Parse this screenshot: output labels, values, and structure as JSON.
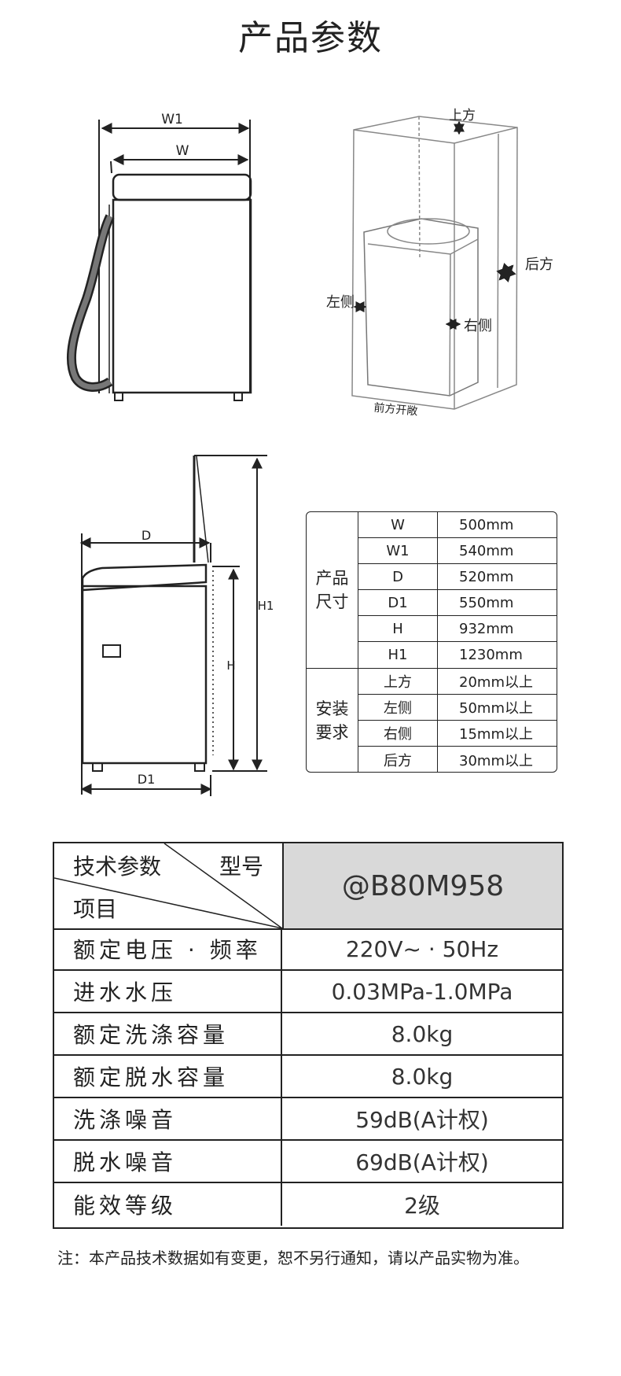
{
  "title": "产品参数",
  "diagram_labels": {
    "w1": "W1",
    "w": "W",
    "top": "上方",
    "back": "后方",
    "left": "左侧",
    "right": "右侧",
    "front_open": "前方开敞",
    "d": "D",
    "d1": "D1",
    "h": "H",
    "h1": "H1"
  },
  "dimension_table": {
    "group1": "产品\n尺寸",
    "group2": "安装\n要求",
    "rows": [
      {
        "key": "W",
        "value": "500mm"
      },
      {
        "key": "W1",
        "value": "540mm"
      },
      {
        "key": "D",
        "value": "520mm"
      },
      {
        "key": "D1",
        "value": "550mm"
      },
      {
        "key": "H",
        "value": "932mm"
      },
      {
        "key": "H1",
        "value": "1230mm"
      },
      {
        "key": "上方",
        "value": "20mm以上"
      },
      {
        "key": "左侧",
        "value": "50mm以上"
      },
      {
        "key": "右侧",
        "value": "15mm以上"
      },
      {
        "key": "后方",
        "value": "30mm以上"
      }
    ]
  },
  "spec_table": {
    "header_top_left": "技术参数",
    "header_top_right": "型号",
    "header_bottom_left": "项目",
    "model": "@B80M958",
    "rows": [
      {
        "key": "额定电压 · 频率",
        "value": "220V~ · 50Hz"
      },
      {
        "key": "进水水压",
        "value": "0.03MPa-1.0MPa"
      },
      {
        "key": "额定洗涤容量",
        "value": "8.0kg"
      },
      {
        "key": "额定脱水容量",
        "value": "8.0kg"
      },
      {
        "key": "洗涤噪音",
        "value": "59dB(A计权)"
      },
      {
        "key": "脱水噪音",
        "value": "69dB(A计权)"
      },
      {
        "key": "能效等级",
        "value": "2级"
      }
    ]
  },
  "note": "注：本产品技术数据如有变更，恕不另行通知，请以产品实物为准。"
}
